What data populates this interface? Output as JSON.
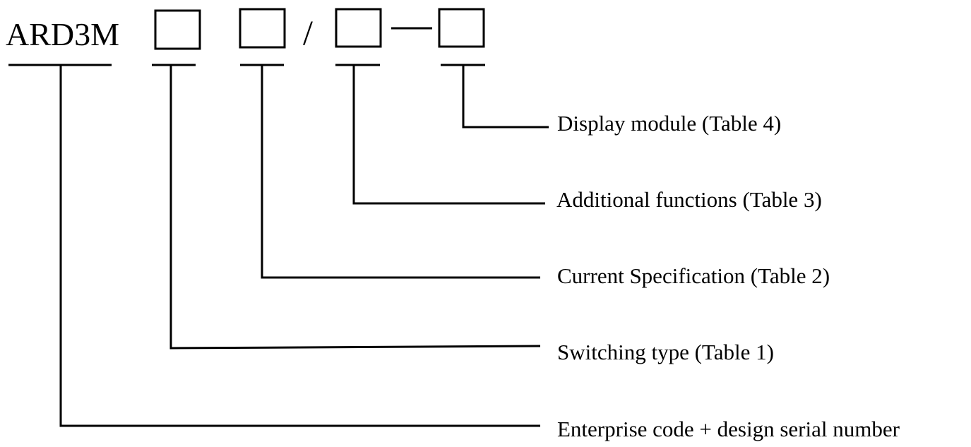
{
  "model": {
    "prefix": "ARD3M",
    "slash": "/",
    "dash": "—"
  },
  "labels": {
    "display_module": "Display module (Table 4)",
    "additional_functions": "Additional functions (Table 3)",
    "current_specification": "Current Specification (Table 2)",
    "switching_type": "Switching type (Table 1)",
    "enterprise_code": "Enterprise code + design serial number"
  }
}
